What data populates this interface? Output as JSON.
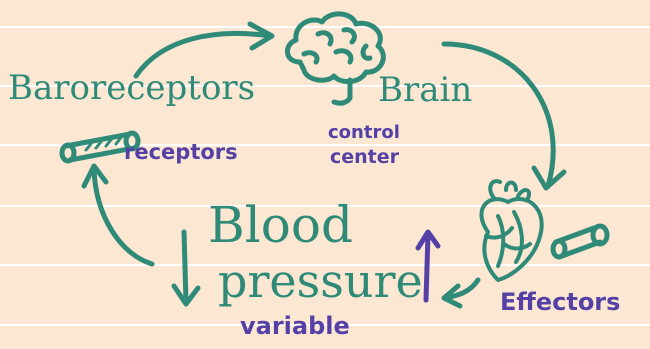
{
  "labels": {
    "baroreceptors": "Baroreceptors",
    "receptors": "receptors",
    "brain": "Brain",
    "control": "control",
    "center": "center",
    "blood": "Blood",
    "pressure": "pressure",
    "variable": "variable",
    "effectors": "Effectors"
  },
  "colors": {
    "background": "#fbe7d2",
    "lines": "#ffffff",
    "teal": "#2f8a78",
    "purple": "#5540a6"
  },
  "icons": [
    "brain-icon",
    "heart-icon",
    "receptor-tube-icon",
    "effector-tube-icon"
  ]
}
